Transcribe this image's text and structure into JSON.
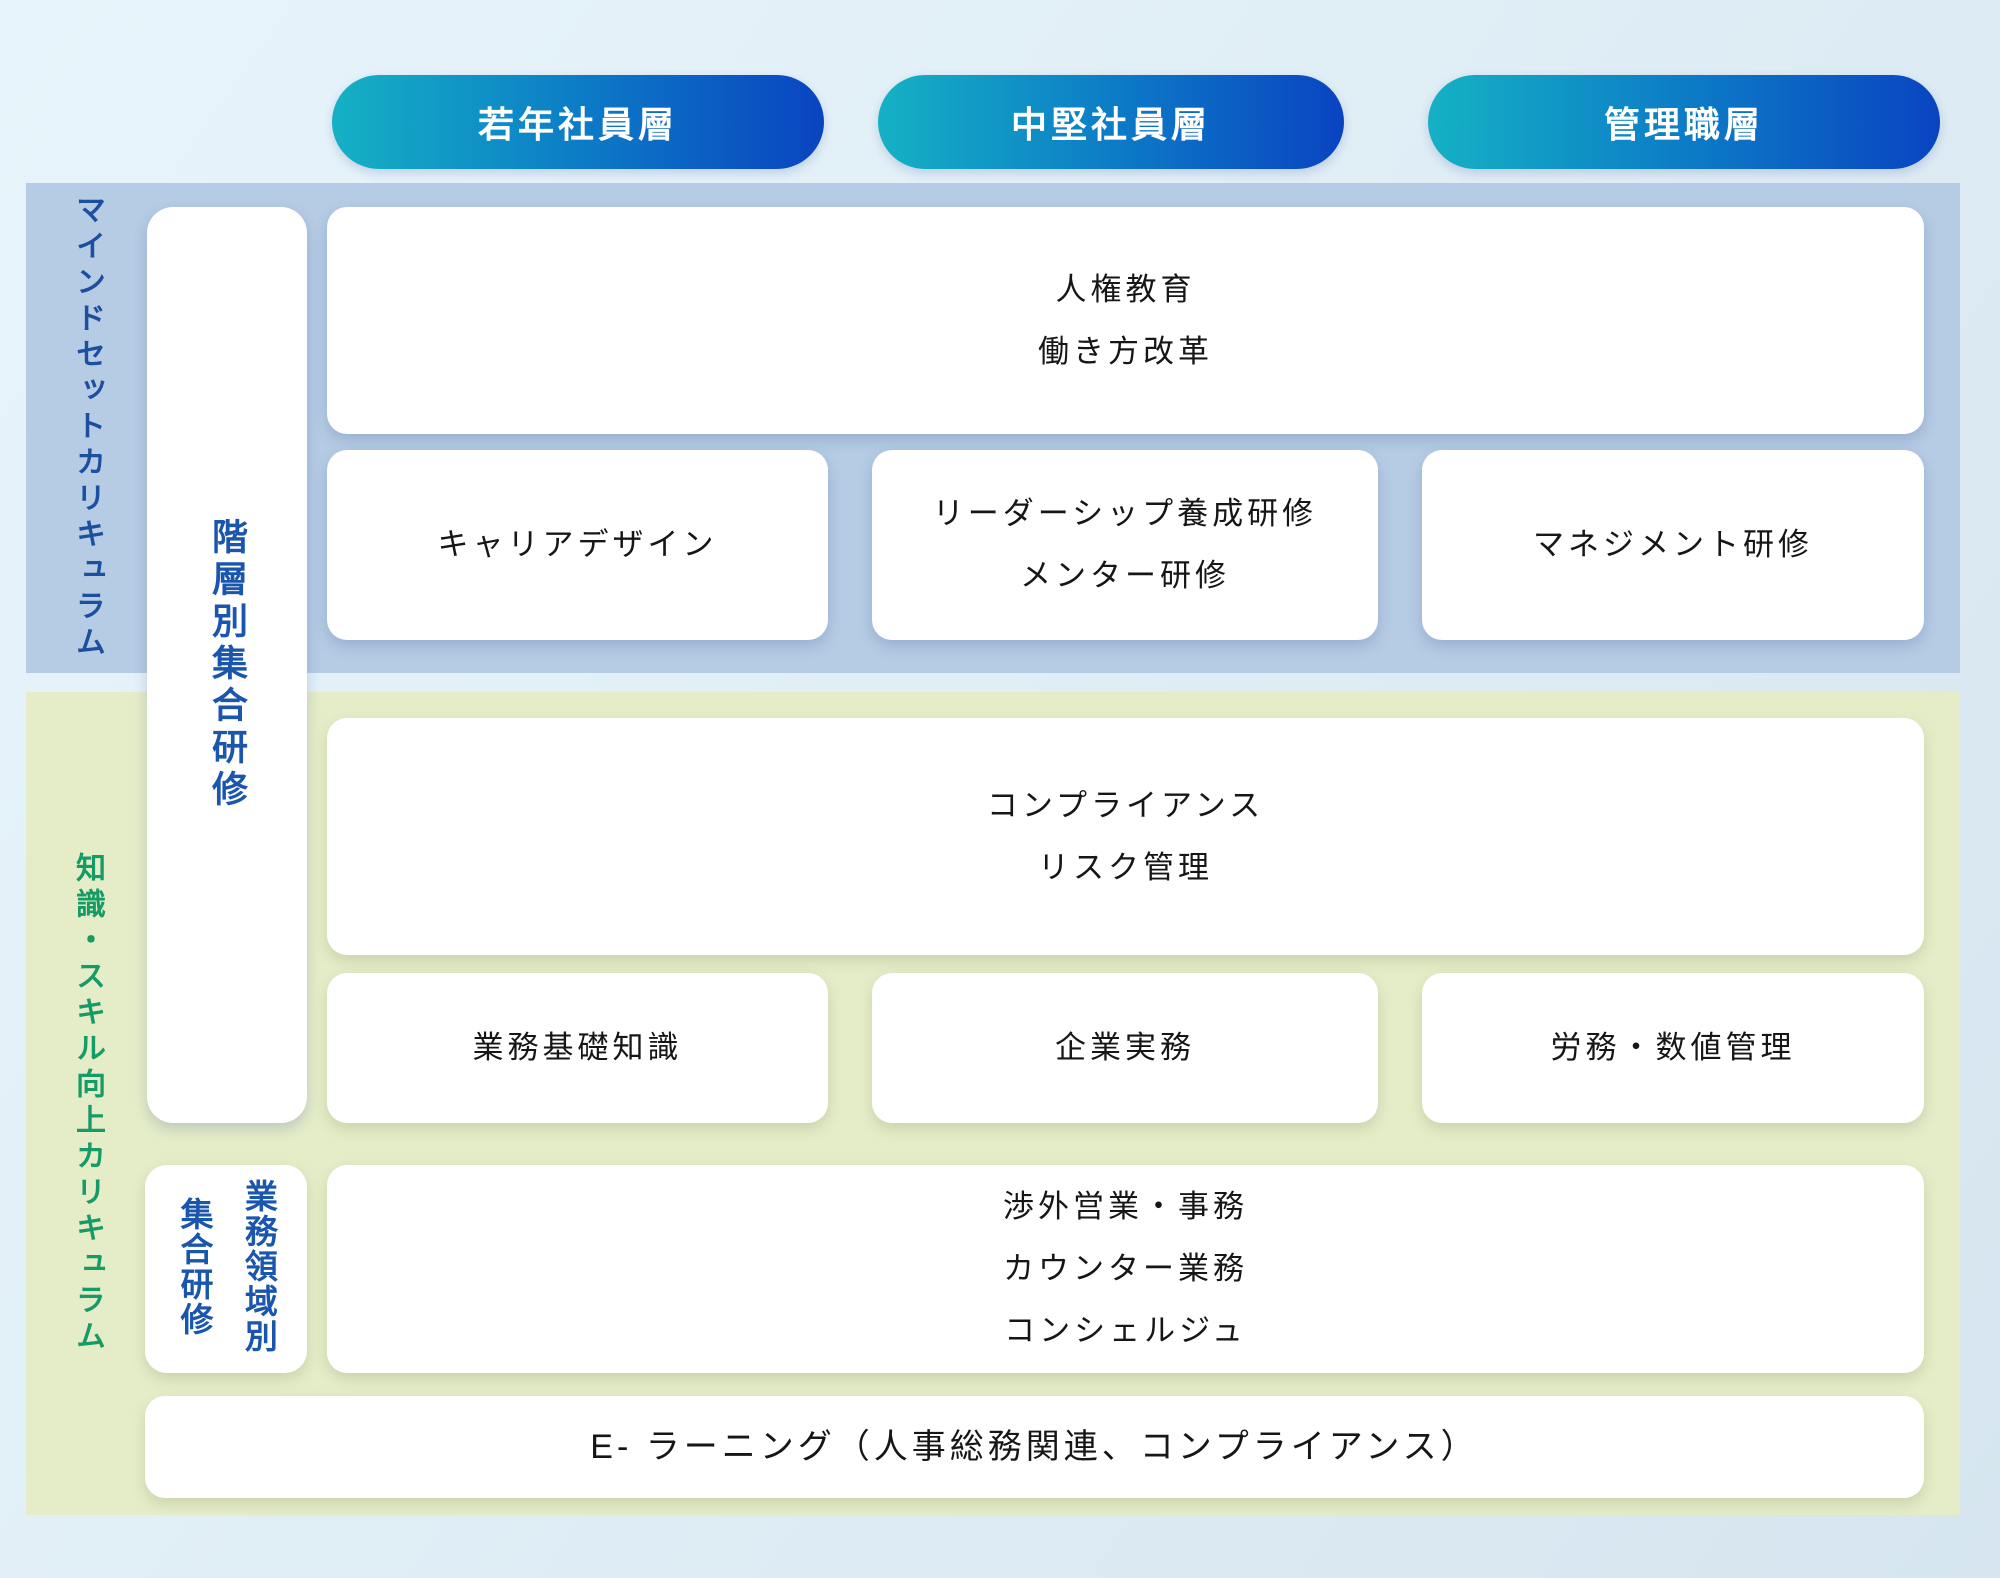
{
  "pills": [
    {
      "label": "若年社員層"
    },
    {
      "label": "中堅社員層"
    },
    {
      "label": "管理職層"
    }
  ],
  "bands": {
    "mindset": {
      "label": "マインドセットカリキュラム"
    },
    "knowledge": {
      "label": "知識・スキル向上カリキュラム"
    }
  },
  "side_boxes": {
    "hierarchical": {
      "label": "階層別集合研修"
    },
    "business_domain": {
      "label": "業務領域別\n集合研修"
    }
  },
  "training_boxes": {
    "mindset_all": "人権教育\n働き方改革",
    "mindset_young": "キャリアデザイン",
    "mindset_mid": "リーダーシップ養成研修\nメンター研修",
    "mindset_manager": "マネジメント研修",
    "knowledge_all": "コンプライアンス\nリスク管理",
    "knowledge_young": "業務基礎知識",
    "knowledge_mid": "企業実務",
    "knowledge_manager": "労務・数値管理",
    "business_all": "渉外営業・事務\nカウンター業務\nコンシェルジュ",
    "elearning": "E- ラーニング（人事総務関連、コンプライアンス）"
  },
  "colors": {
    "pill_gradient_start": "#15b1c5",
    "pill_gradient_end": "#0a44c1",
    "mindset_band_bg": "#b6cce4",
    "mindset_label_text": "#1d4f9f",
    "knowledge_band_bg": "#e5edc8",
    "knowledge_label_text": "#169a66",
    "side_box_text": "#1a56ad",
    "box_text": "#161616",
    "page_bg": "#dfeef6"
  }
}
